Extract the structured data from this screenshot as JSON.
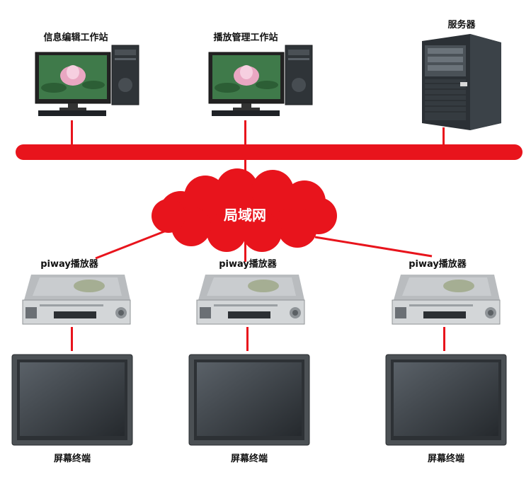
{
  "nodes": {
    "ws_edit": {
      "label": "信息编辑工作站"
    },
    "ws_play": {
      "label": "播放管理工作站"
    },
    "server": {
      "label": "服务器"
    },
    "lan": {
      "label": "局域网"
    },
    "players": [
      {
        "label": "piway播放器"
      },
      {
        "label": "piway播放器"
      },
      {
        "label": "piway播放器"
      }
    ],
    "screens": [
      {
        "label": "屏幕终端"
      },
      {
        "label": "屏幕终端"
      },
      {
        "label": "屏幕终端"
      }
    ]
  },
  "colors": {
    "network": "#e8141c",
    "device_dark": "#3a3f44",
    "device_silver": "#c9ccce"
  },
  "icons": {
    "workstation": "desktop-computer-icon",
    "server": "tower-server-icon",
    "player": "media-player-box-icon",
    "screen": "lcd-monitor-icon",
    "cloud": "network-cloud-icon"
  }
}
